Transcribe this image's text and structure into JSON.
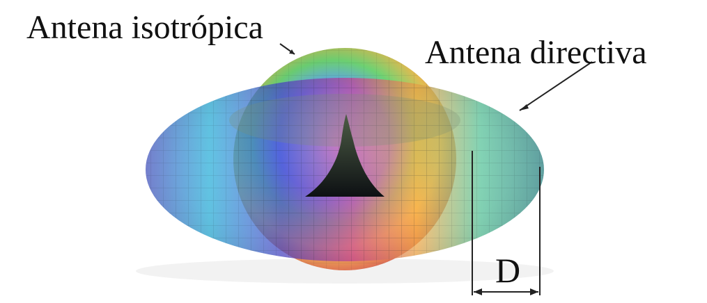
{
  "diagram": {
    "labels": {
      "isotropic": "Antena isotrópica",
      "directive": "Antena directiva",
      "dimension": "D"
    },
    "elements": {
      "isotropic_pattern": "sphere",
      "directive_pattern": "torus",
      "dimension_marker": "distance"
    }
  }
}
